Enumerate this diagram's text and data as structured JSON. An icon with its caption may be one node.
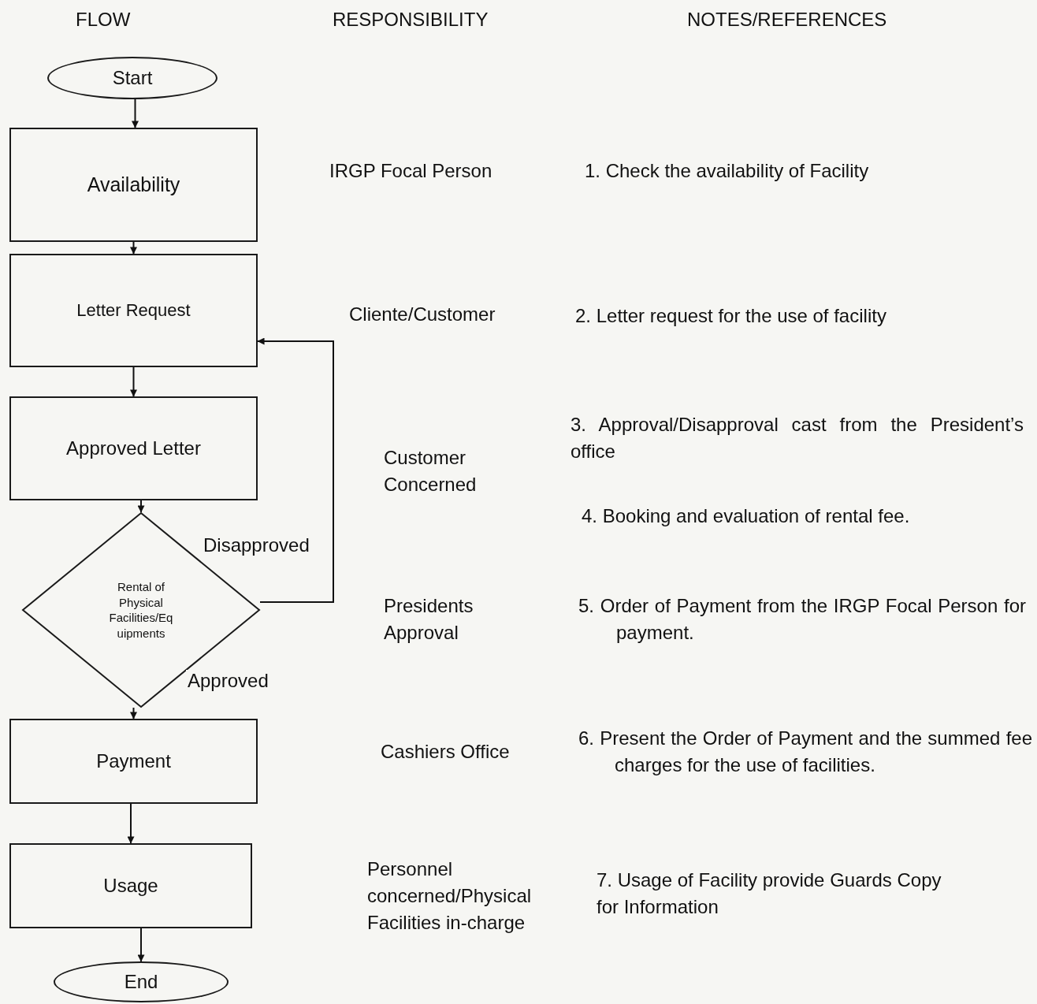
{
  "diagram": {
    "nodes": [
      {
        "text": [
          "Start"
        ]
      },
      {
        "text": [
          "Availability"
        ]
      },
      {
        "text": [
          "Letter Request"
        ]
      },
      {
        "text": [
          "Approved Letter"
        ]
      },
      {
        "text": [
          "Rental of Physical Facilities/Eq uipments"
        ]
      },
      {
        "text": [
          "Payment"
        ]
      },
      {
        "text": [
          "Usage"
        ]
      },
      {
        "text": [
          "End"
        ]
      }
    ],
    "edges": [
      {
        "from": 0,
        "to": 1,
        "arrow": "to"
      },
      {
        "from": 1,
        "to": 2,
        "arrow": "to"
      },
      {
        "from": 2,
        "to": 3,
        "arrow": "to"
      },
      {
        "from": 3,
        "to": 4,
        "arrow": "to"
      },
      {
        "from": 4,
        "to": 2,
        "arrow": "to",
        "label": "Disapproved"
      },
      {
        "from": 4,
        "to": 5,
        "arrow": "to",
        "label": "Approved"
      },
      {
        "from": 5,
        "to": 6,
        "arrow": "to"
      },
      {
        "from": 6,
        "to": 7,
        "arrow": "to"
      }
    ],
    "labels": [
      "FLOW",
      "RESPONSIBILITY",
      "NOTES/REFERENCES",
      "IRGP Focal Person",
      "1. Check the availability of Facility",
      "Cliente/Customer",
      "2. Letter request for the use of facility",
      "3. Approval/Disapproval cast from the President’s office",
      "Customer Concerned",
      "4. Booking and evaluation of rental fee.",
      "Presidents Approval",
      "5. Order of Payment from the IRGP Focal Person for payment.",
      "Cashiers Office",
      "6. Present the Order of Payment and the summed fee charges for the use of facilities.",
      "Personnel concerned/Physical Facilities in-charge",
      "7. Usage of Facility provide Guards Copy for Information"
    ]
  }
}
